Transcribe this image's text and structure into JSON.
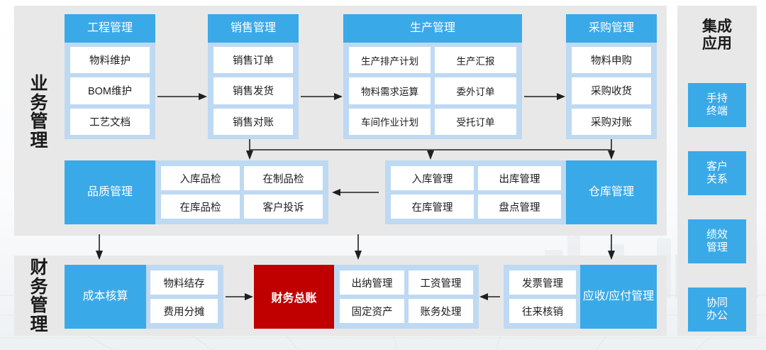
{
  "diagram": {
    "title_hidden": "",
    "colors": {
      "accent_blue": "#3aa9e8",
      "card_fill": "#bed9f2",
      "panel_gray": "#e8e8e8",
      "ledger_red": "#c00000",
      "item_white": "#ffffff",
      "text_dark": "#1c1c1c"
    }
  },
  "sections": {
    "business": {
      "label_chars": [
        "业",
        "务",
        "管",
        "理"
      ],
      "label": "业务管理"
    },
    "finance": {
      "label_chars": [
        "财",
        "务",
        "管",
        "理"
      ],
      "label": "财务管理"
    }
  },
  "business_row1": [
    {
      "title": "工程管理",
      "columns": 1,
      "items": [
        "物料维护",
        "BOM维护",
        "工艺文档"
      ]
    },
    {
      "title": "销售管理",
      "columns": 1,
      "items": [
        "销售订单",
        "销售发货",
        "销售对账"
      ]
    },
    {
      "title": "生产管理",
      "columns": 2,
      "items": [
        "生产排产计划",
        "生产汇报",
        "物料需求运算",
        "委外订单",
        "车间作业计划",
        "受托订单"
      ]
    },
    {
      "title": "采购管理",
      "columns": 1,
      "items": [
        "物料申购",
        "采购收货",
        "采购对账"
      ]
    }
  ],
  "business_row2": [
    {
      "title": "品质管理",
      "title_position": "left",
      "columns": 2,
      "items": [
        "入库品检",
        "在制品检",
        "在库品检",
        "客户投诉"
      ]
    },
    {
      "title": "仓库管理",
      "title_position": "right",
      "columns": 2,
      "items": [
        "入库管理",
        "出库管理",
        "在库管理",
        "盘点管理"
      ]
    }
  ],
  "finance_row": [
    {
      "title": "成本核算",
      "title_position": "left",
      "columns": 1,
      "items": [
        "物料结存",
        "费用分摊"
      ]
    },
    {
      "title": "财务总账",
      "type": "red-block"
    },
    {
      "title": "",
      "columns": 2,
      "items": [
        "出纳管理",
        "工资管理",
        "固定资产",
        "账务处理"
      ]
    },
    {
      "title": "应收/应付管理",
      "title_position": "right",
      "columns": 1,
      "items": [
        "发票管理",
        "往来核销"
      ]
    }
  ],
  "rail": {
    "title": "集成应用",
    "title_chars": [
      "集成",
      "应用"
    ],
    "buttons": [
      {
        "label": "手持终端",
        "lines": [
          "手持",
          "终端"
        ]
      },
      {
        "label": "客户关系",
        "lines": [
          "客户",
          "关系"
        ]
      },
      {
        "label": "绩效管理",
        "lines": [
          "绩效",
          "管理"
        ]
      },
      {
        "label": "协同办公",
        "lines": [
          "协同",
          "办公"
        ]
      }
    ]
  },
  "connectors": [
    {
      "name": "engineering-to-sales",
      "type": "arrow-right"
    },
    {
      "name": "sales-to-production",
      "type": "arrow-right"
    },
    {
      "name": "production-to-purchasing",
      "type": "arrow-right"
    },
    {
      "name": "row1-to-warehouse-bus",
      "type": "bus-down-3"
    },
    {
      "name": "warehouse-to-quality",
      "type": "arrow-left"
    },
    {
      "name": "quality-to-cost",
      "type": "arrow-down"
    },
    {
      "name": "warehouse-to-ledger-area",
      "type": "arrow-down"
    },
    {
      "name": "purchasing-to-payable",
      "type": "arrow-down"
    },
    {
      "name": "cost-to-ledger",
      "type": "arrow-right"
    },
    {
      "name": "payable-to-ledger-items",
      "type": "arrow-left"
    }
  ]
}
